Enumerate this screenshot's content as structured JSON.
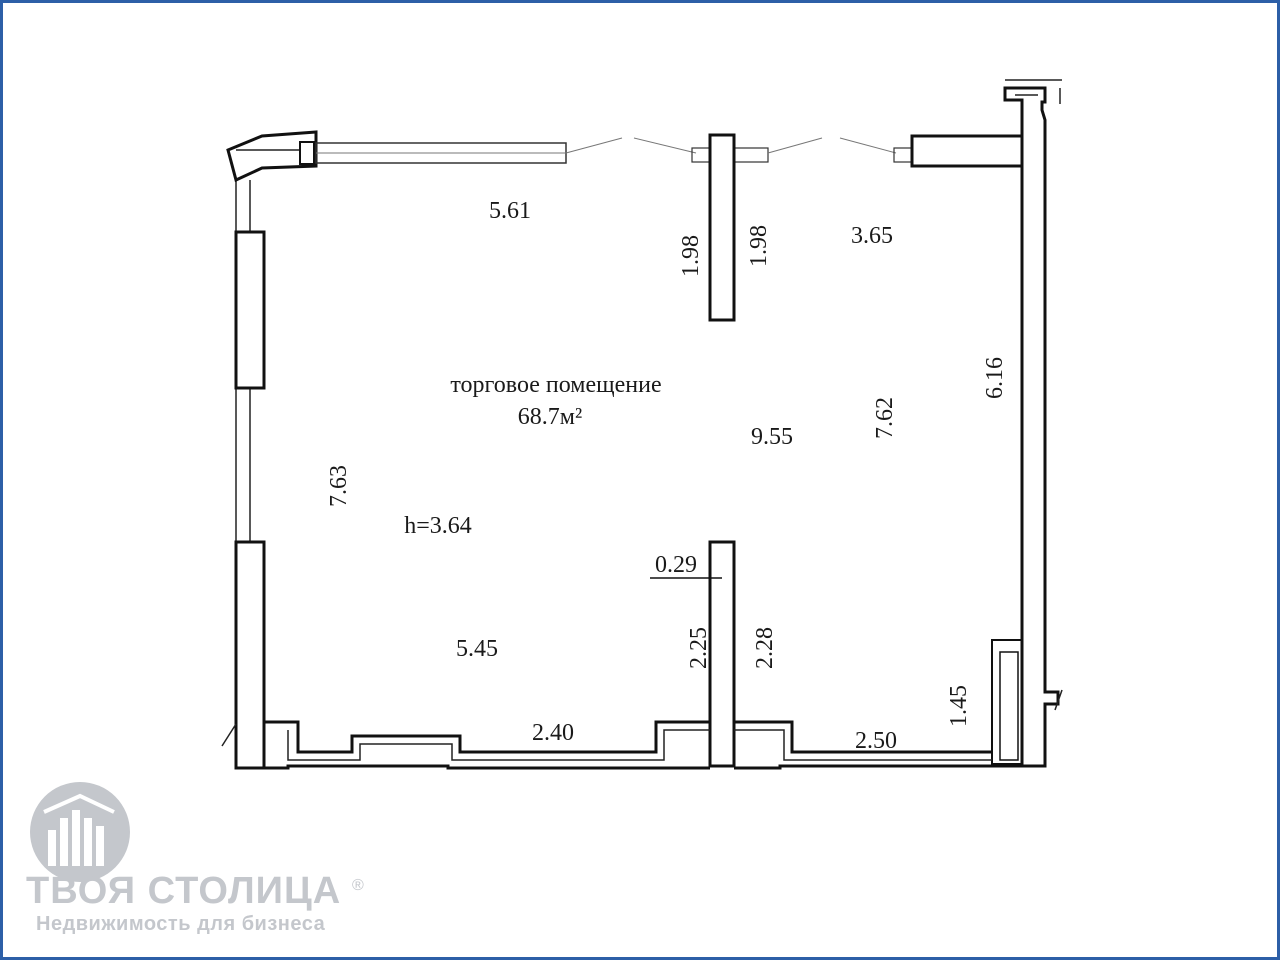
{
  "plan": {
    "room_name": "торговое помещение",
    "room_area": "68.7м²",
    "ceiling_height": "h=3.64",
    "dimensions": {
      "top_left_width": "5.61",
      "column_top_left": "1.98",
      "column_top_right": "1.98",
      "top_right_width": "3.65",
      "right_wall": "6.16",
      "center_width": "9.55",
      "right_inner": "7.62",
      "left_height": "7.63",
      "column_thickness": "0.29",
      "bottom_left_width": "5.45",
      "column_bottom_left": "2.25",
      "column_bottom_right": "2.28",
      "bottom_niche_left": "2.40",
      "bottom_niche_right": "2.50",
      "bottom_right_height": "1.45"
    }
  },
  "watermark": {
    "brand": "ТВОЯ СТОЛИЦА",
    "registered": "®",
    "tagline": "Недвижимость для бизнеса",
    "color": "#c4c7cc"
  },
  "colors": {
    "frame": "#2d5fa7",
    "lines": "#111111"
  }
}
